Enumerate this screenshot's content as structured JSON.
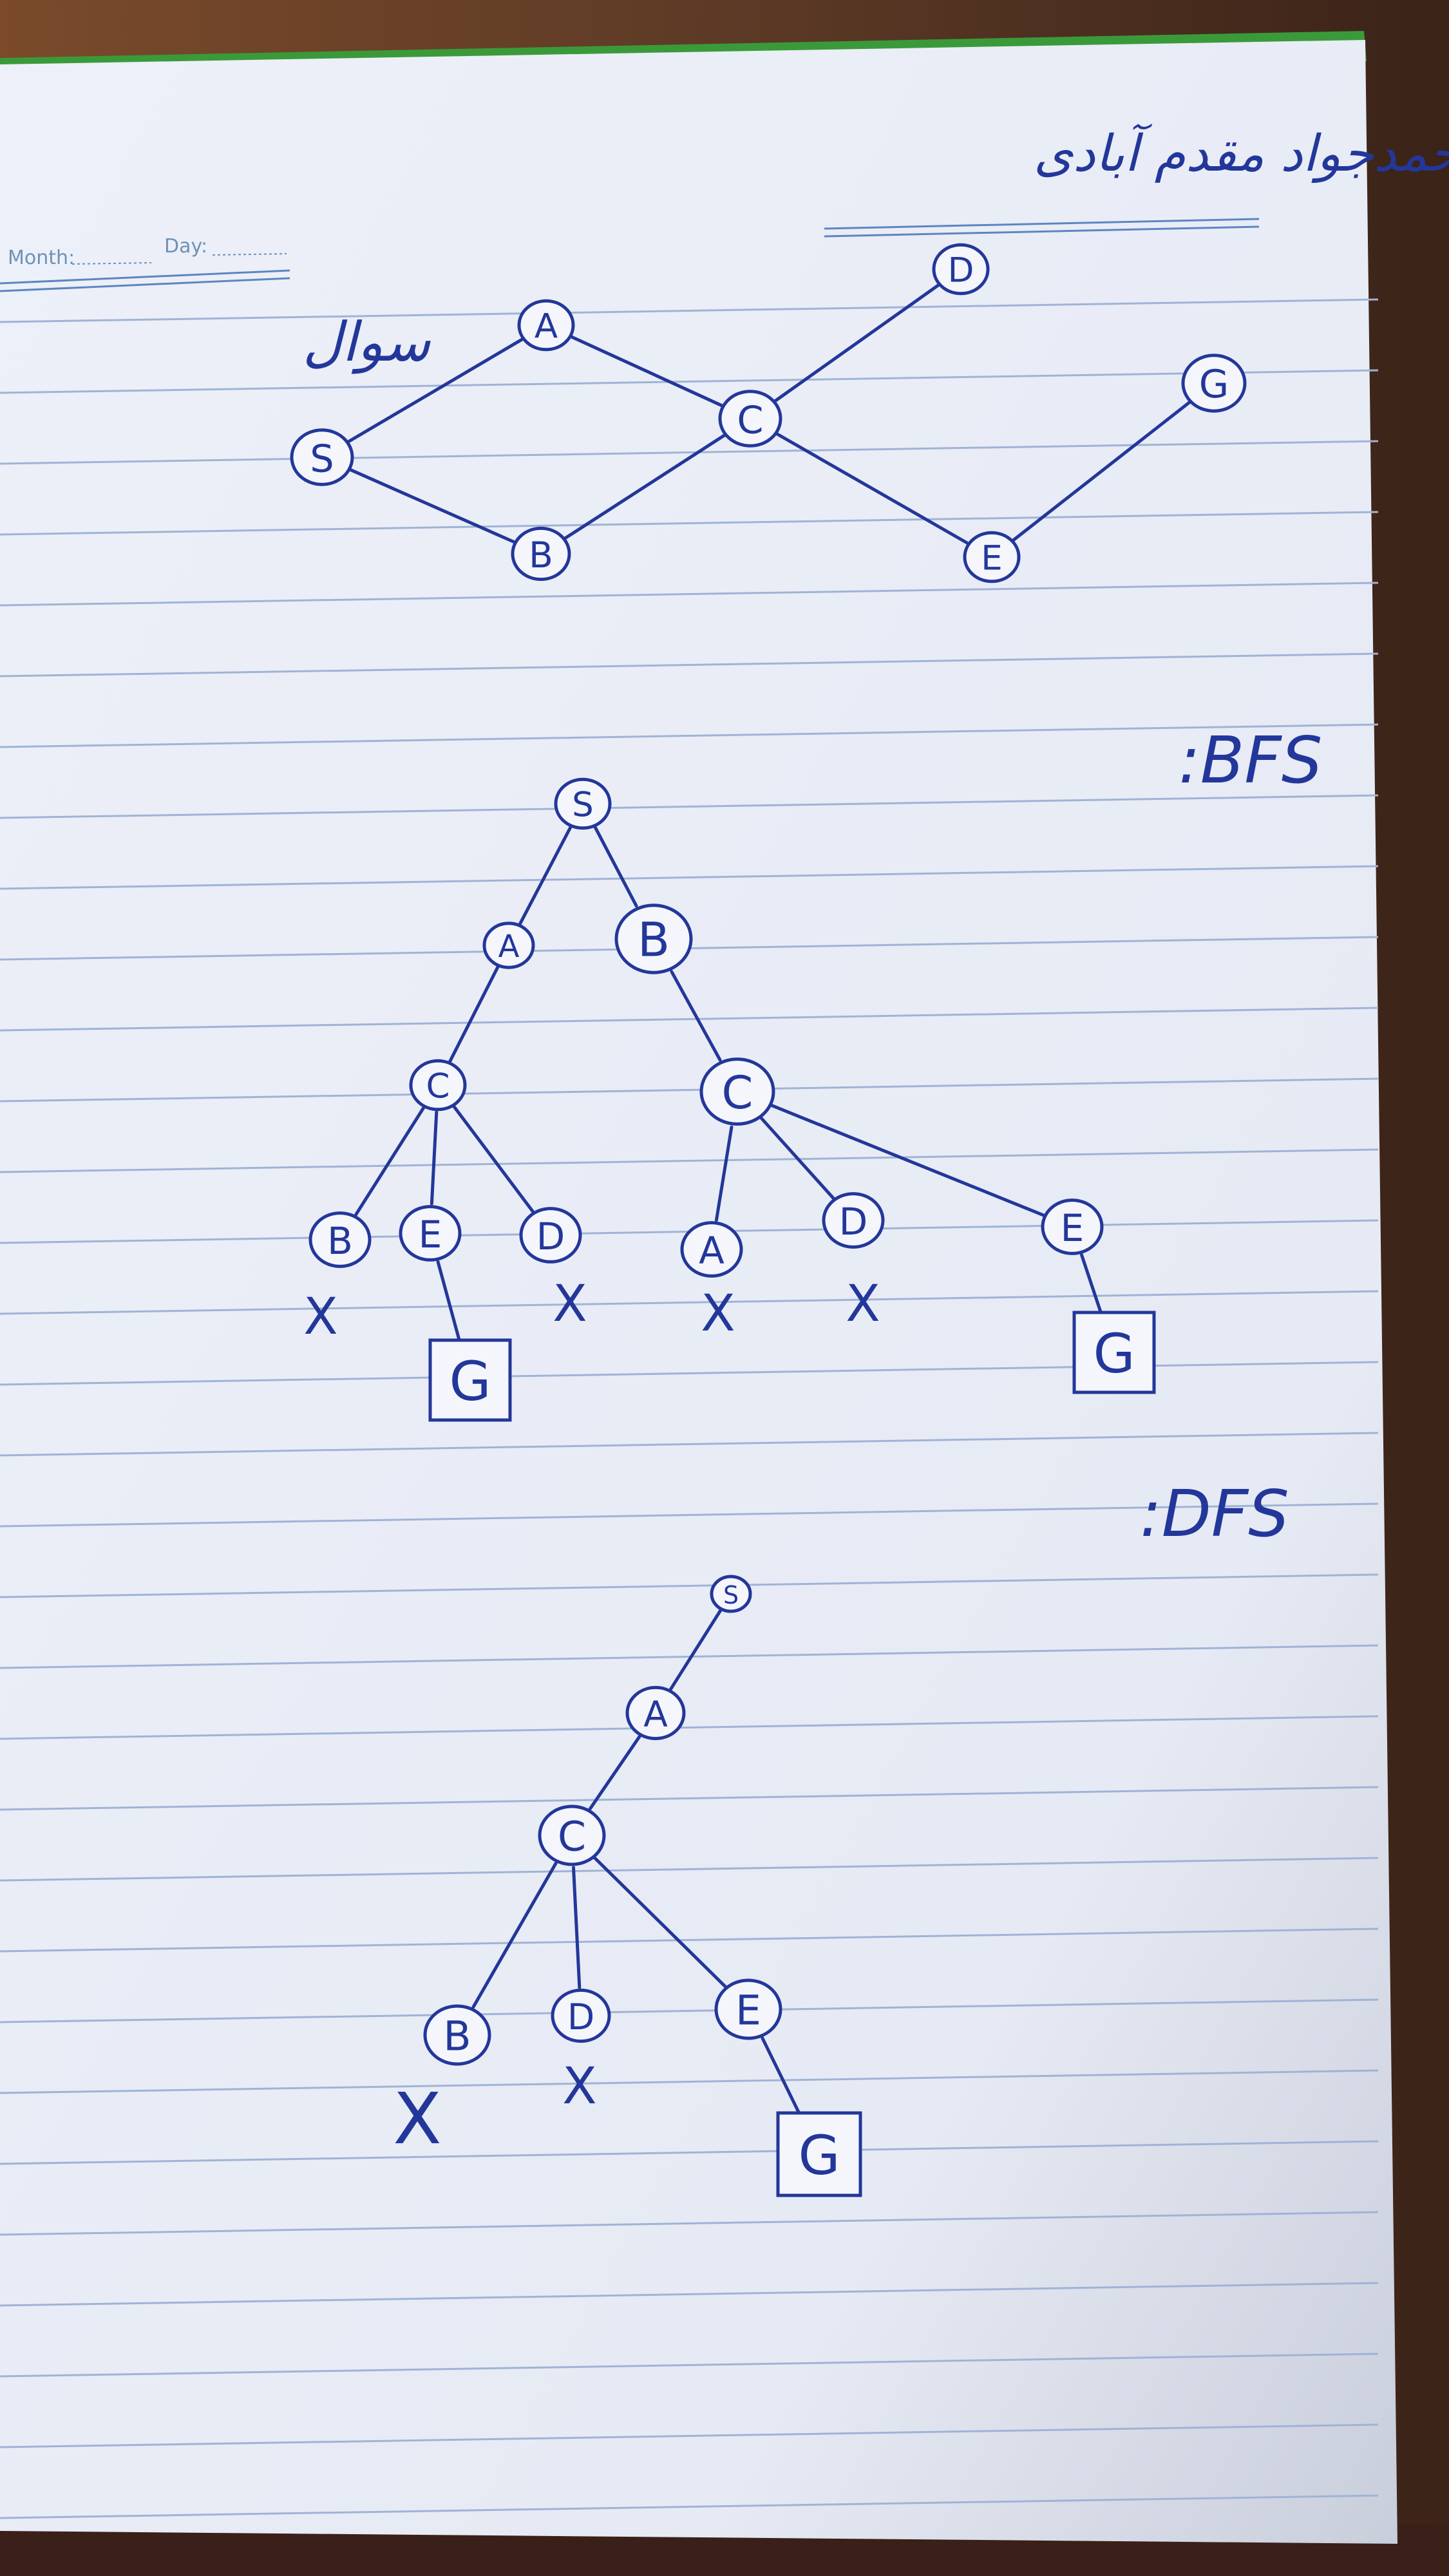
{
  "header": {
    "month_label": "Month:",
    "day_label": "Day:"
  },
  "author_name": "محمدجواد مقدم آبادی",
  "question_label": "سوال",
  "section_titles": {
    "bfs": ":BFS",
    "dfs": ":DFS"
  },
  "colors": {
    "ink": "#23379a",
    "rule": "#9fb3d6",
    "paper": "#e9edf7",
    "margin_green": "#3a9a3a"
  },
  "graph": {
    "nodes": [
      {
        "id": "S",
        "label": "S"
      },
      {
        "id": "A",
        "label": "A"
      },
      {
        "id": "B",
        "label": "B"
      },
      {
        "id": "C",
        "label": "C"
      },
      {
        "id": "D",
        "label": "D"
      },
      {
        "id": "E",
        "label": "E"
      },
      {
        "id": "G",
        "label": "G"
      }
    ],
    "edges": [
      [
        "S",
        "A"
      ],
      [
        "S",
        "B"
      ],
      [
        "A",
        "C"
      ],
      [
        "B",
        "C"
      ],
      [
        "C",
        "D"
      ],
      [
        "C",
        "E"
      ],
      [
        "E",
        "G"
      ]
    ]
  },
  "bfs_tree": {
    "nodes": [
      {
        "id": "s",
        "label": "S"
      },
      {
        "id": "a",
        "label": "A"
      },
      {
        "id": "b",
        "label": "B"
      },
      {
        "id": "c1",
        "label": "C"
      },
      {
        "id": "c2",
        "label": "C"
      },
      {
        "id": "b2",
        "label": "B"
      },
      {
        "id": "e1",
        "label": "E"
      },
      {
        "id": "d1",
        "label": "D"
      },
      {
        "id": "a2",
        "label": "A"
      },
      {
        "id": "d2",
        "label": "D"
      },
      {
        "id": "e2",
        "label": "E"
      },
      {
        "id": "g1",
        "label": "G"
      },
      {
        "id": "g2",
        "label": "G"
      }
    ],
    "edges": [
      [
        "s",
        "a"
      ],
      [
        "s",
        "b"
      ],
      [
        "a",
        "c1"
      ],
      [
        "b",
        "c2"
      ],
      [
        "c1",
        "b2"
      ],
      [
        "c1",
        "e1"
      ],
      [
        "c1",
        "d1"
      ],
      [
        "c2",
        "a2"
      ],
      [
        "c2",
        "d2"
      ],
      [
        "c2",
        "e2"
      ],
      [
        "e1",
        "g1"
      ],
      [
        "e2",
        "g2"
      ]
    ],
    "pruned": [
      "b2",
      "d1",
      "a2",
      "d2"
    ],
    "goals": [
      "g1",
      "g2"
    ]
  },
  "dfs_tree": {
    "nodes": [
      {
        "id": "s",
        "label": "S"
      },
      {
        "id": "a",
        "label": "A"
      },
      {
        "id": "c",
        "label": "C"
      },
      {
        "id": "b",
        "label": "B"
      },
      {
        "id": "d",
        "label": "D"
      },
      {
        "id": "e",
        "label": "E"
      },
      {
        "id": "g",
        "label": "G"
      }
    ],
    "edges": [
      [
        "s",
        "a"
      ],
      [
        "a",
        "c"
      ],
      [
        "c",
        "b"
      ],
      [
        "c",
        "d"
      ],
      [
        "c",
        "e"
      ],
      [
        "e",
        "g"
      ]
    ],
    "pruned": [
      "b",
      "d"
    ],
    "goals": [
      "g"
    ]
  },
  "prune_mark": "X"
}
